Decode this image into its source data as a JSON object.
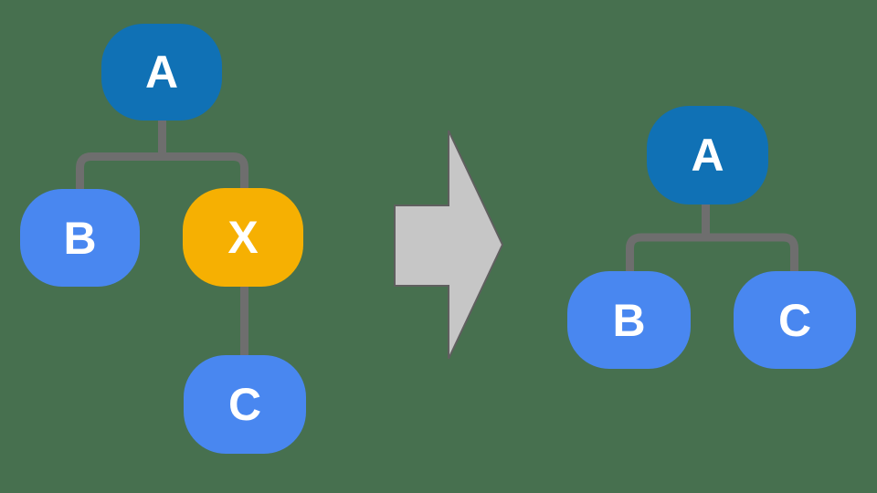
{
  "colors": {
    "background": "#47704F",
    "parent_node": "#1071B5",
    "child_node": "#4987F0",
    "x_node": "#F6B002",
    "connector": "#6E6E6E",
    "arrow_fill": "#C6C6C6",
    "arrow_outline": "#5F5F5F",
    "label_text": "#FFFFFF"
  },
  "before_tree": {
    "root_label": "A",
    "left_child_label": "B",
    "middle_node_label": "X",
    "grandchild_label": "C"
  },
  "after_tree": {
    "root_label": "A",
    "left_child_label": "B",
    "right_child_label": "C"
  }
}
